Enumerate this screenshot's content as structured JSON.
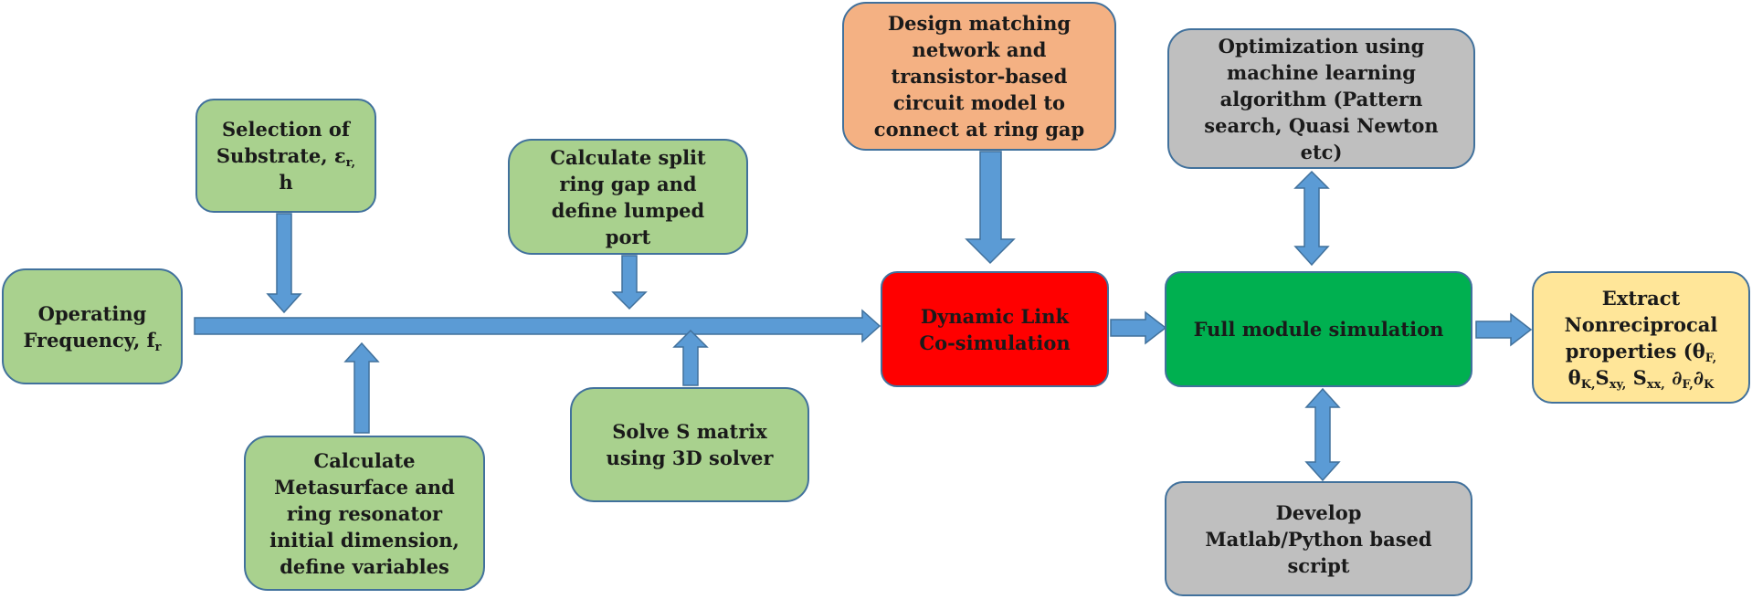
{
  "nodes": {
    "operating_frequency": {
      "text": "Operating Frequency, f",
      "sub": "r"
    },
    "substrate": {
      "line1": "Selection of",
      "line2_text": "Substrate, ε",
      "line2_sub": "r,",
      "line3": "h"
    },
    "split_ring": {
      "text": "Calculate split ring gap and define lumped port"
    },
    "metasurface": {
      "text": "Calculate Metasurface and ring resonator initial dimension, define variables"
    },
    "solve_s": {
      "text": "Solve S matrix using 3D solver"
    },
    "matching_network": {
      "text": "Design matching network and transistor-based circuit model to connect at ring gap"
    },
    "dynamic_link": {
      "text": "Dynamic Link Co-simulation"
    },
    "optimization": {
      "text": "Optimization using machine learning algorithm (Pattern search, Quasi Newton etc)"
    },
    "full_module": {
      "text": "Full module simulation"
    },
    "script": {
      "text": "Develop Matlab/Python based script"
    },
    "extract": {
      "line1": "Extract",
      "line2": "Nonreciprocal",
      "line3_text": "properties (θ",
      "line3_sub": "F,",
      "line4": [
        {
          "t": "θ",
          "s": "K,"
        },
        {
          "t": "S",
          "s": "xy,"
        },
        {
          "t": "S",
          "s": "xx,"
        },
        {
          "t": "∂",
          "s": "F,"
        },
        {
          "t": "∂",
          "s": "K"
        }
      ]
    }
  },
  "colors": {
    "arrow": "#5b9bd5",
    "arrow_stroke": "#41719c",
    "green": "#a9d18e",
    "orange": "#f4b183",
    "grey": "#bfbfbf",
    "red": "#ff0000",
    "bright_green": "#00b050",
    "yellow": "#ffe699"
  }
}
